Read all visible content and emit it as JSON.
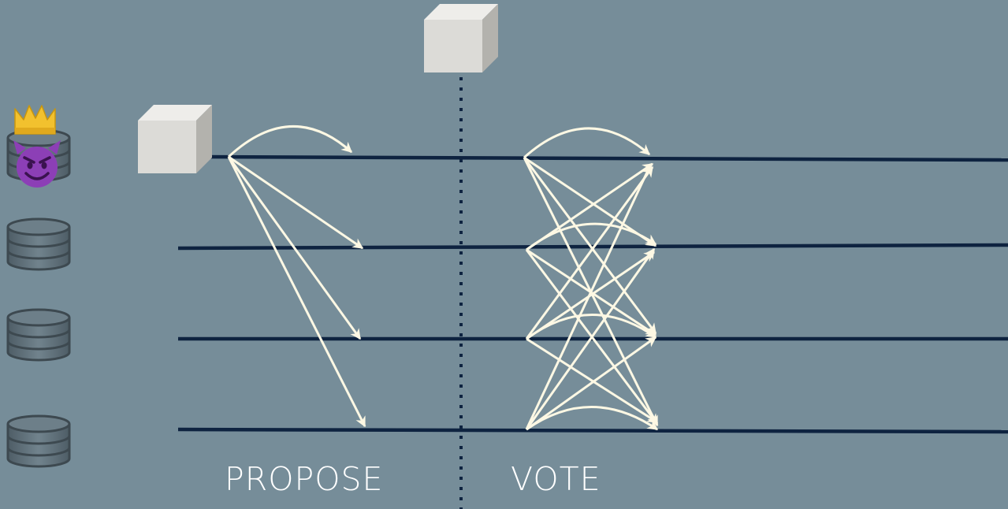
{
  "phases": {
    "propose": "PROPOSE",
    "vote": "VOTE"
  },
  "nodes": [
    {
      "role": "leader",
      "malicious": true
    },
    {
      "role": "validator"
    },
    {
      "role": "validator"
    },
    {
      "role": "validator"
    }
  ],
  "colors": {
    "background": "#768d99",
    "timeline": "#0e2340",
    "arrow": "#fdf8e4",
    "separator": "#0e2340",
    "block_front": "#dcdbd7",
    "block_top": "#eeedea",
    "block_side": "#b3b2ad",
    "database": "#5c6c75",
    "crown": "#f2c12e",
    "devil": "#8c3fb6"
  },
  "icons": {
    "leader_badge": "crown-icon",
    "malicious_badge": "devil-face-icon",
    "node": "database-icon",
    "block": "block-cube-icon"
  }
}
